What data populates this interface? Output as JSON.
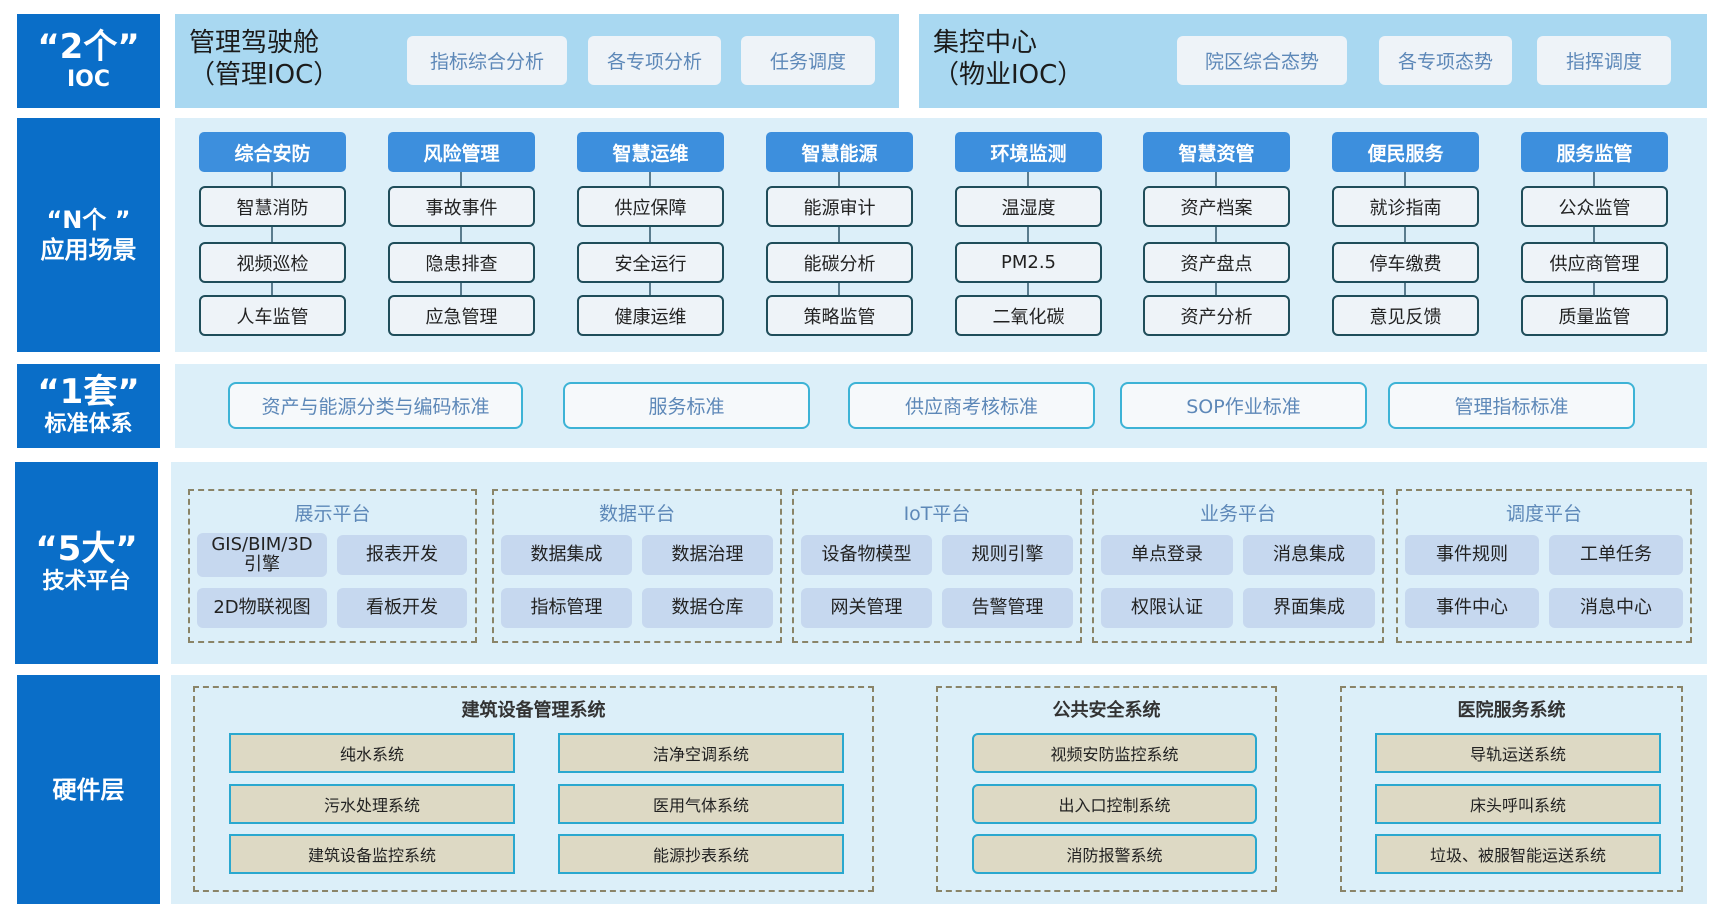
{
  "layers": {
    "ioc": {
      "big": "“2个”",
      "sub": "IOC"
    },
    "scenarios": {
      "line1": "“N个 ”",
      "line2": "应用场景"
    },
    "standards": {
      "big": "“1套”",
      "sub": "标准体系"
    },
    "tech": {
      "big": "“5大”",
      "sub": "技术平台"
    },
    "hardware": {
      "label": "硬件层"
    }
  },
  "ioc": {
    "management": {
      "title_line1": "管理驾驶舱",
      "title_line2": "（管理IOC）",
      "buttons": [
        "指标综合分析",
        "各专项分析",
        "任务调度"
      ]
    },
    "control": {
      "title_line1": "集控中心",
      "title_line2": "（物业IOC）",
      "buttons": [
        "院区综合态势",
        "各专项态势",
        "指挥调度"
      ]
    }
  },
  "scenarios": [
    {
      "head": "综合安防",
      "items": [
        "智慧消防",
        "视频巡检",
        "人车监管"
      ]
    },
    {
      "head": "风险管理",
      "items": [
        "事故事件",
        "隐患排查",
        "应急管理"
      ]
    },
    {
      "head": "智慧运维",
      "items": [
        "供应保障",
        "安全运行",
        "健康运维"
      ]
    },
    {
      "head": "智慧能源",
      "items": [
        "能源审计",
        "能碳分析",
        "策略监管"
      ]
    },
    {
      "head": "环境监测",
      "items": [
        "温湿度",
        "PM2.5",
        "二氧化碳"
      ]
    },
    {
      "head": "智慧资管",
      "items": [
        "资产档案",
        "资产盘点",
        "资产分析"
      ]
    },
    {
      "head": "便民服务",
      "items": [
        "就诊指南",
        "停车缴费",
        "意见反馈"
      ]
    },
    {
      "head": "服务监管",
      "items": [
        "公众监管",
        "供应商管理",
        "质量监管"
      ]
    }
  ],
  "standards": [
    "资产与能源分类与编码标准",
    "服务标准",
    "供应商考核标准",
    "SOP作业标准",
    "管理指标标准"
  ],
  "tech_platforms": [
    {
      "title": "展示平台",
      "items": [
        "GIS/BIM/3D引擎",
        "报表开发",
        "2D物联视图",
        "看板开发"
      ]
    },
    {
      "title": "数据平台",
      "items": [
        "数据集成",
        "数据治理",
        "指标管理",
        "数据仓库"
      ]
    },
    {
      "title": "IoT平台",
      "items": [
        "设备物模型",
        "规则引擎",
        "网关管理",
        "告警管理"
      ]
    },
    {
      "title": "业务平台",
      "items": [
        "单点登录",
        "消息集成",
        "权限认证",
        "界面集成"
      ]
    },
    {
      "title": "调度平台",
      "items": [
        "事件规则",
        "工单任务",
        "事件中心",
        "消息中心"
      ]
    }
  ],
  "hardware": [
    {
      "title": "建筑设备管理系统",
      "items": [
        "纯水系统",
        "洁净空调系统",
        "污水处理系统",
        "医用气体系统",
        "建筑设备监控系统",
        "能源抄表系统"
      ]
    },
    {
      "title": "公共安全系统",
      "items": [
        "视频安防监控系统",
        "出入口控制系统",
        "消防报警系统"
      ]
    },
    {
      "title": "医院服务系统",
      "items": [
        "导轨运送系统",
        "床头呼叫系统",
        "垃圾、被服智能运送系统"
      ]
    }
  ],
  "colors": {
    "layer_blue": "#0a6ec8",
    "scene_head": "#3d8fdd",
    "panel": "#dceff9",
    "ioc_panel": "#a9d8f1",
    "hw_fill": "#ddd9c4",
    "cyan_border": "#2aa8cf"
  }
}
